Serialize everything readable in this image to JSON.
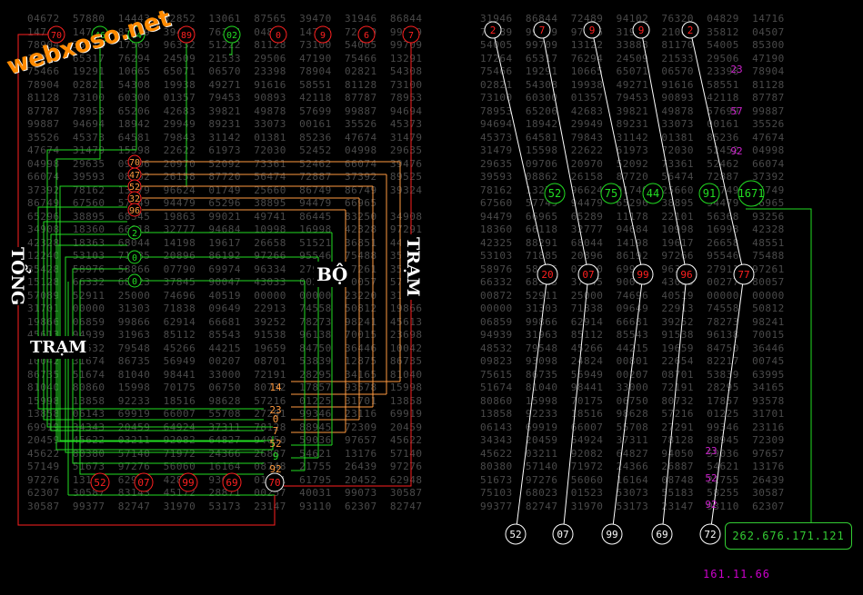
{
  "logo": "webxoso.net",
  "labels": {
    "tong": "TỔNG",
    "tram_left": "TRẠM",
    "bo": "BỘ",
    "tram_right": "TRẠM"
  },
  "colors": {
    "red": "#ff2020",
    "green": "#22dd22",
    "orange": "#ff9a40",
    "white": "#ffffff",
    "magenta": "#cc22cc",
    "grid": "#4a4a4a"
  },
  "left_top_circles": [
    "70",
    "46",
    "44",
    "89",
    "02",
    "0",
    "9",
    "6",
    "7"
  ],
  "left_vertical_circles": [
    "70",
    "47",
    "52",
    "32",
    "96",
    "2",
    "0",
    "0"
  ],
  "left_bottom_circles": [
    "52",
    "07",
    "99",
    "69",
    "70"
  ],
  "left_right_column_numbers": [
    "14",
    "23",
    "0",
    "7",
    "52",
    "9",
    "92",
    "0"
  ],
  "right_top_circles": [
    "2",
    "7",
    "9",
    "9",
    "2"
  ],
  "right_green_circles": [
    "52",
    "75",
    "44",
    "91",
    "1671"
  ],
  "right_mid_circles": [
    "20",
    "07",
    "99",
    "96",
    "77"
  ],
  "right_bottom_circles": [
    "52",
    "07",
    "99",
    "69",
    "72"
  ],
  "magenta_numbers_top": [
    "23",
    "57",
    "92"
  ],
  "magenta_numbers_bottom": [
    "23",
    "52",
    "92"
  ],
  "result": {
    "sequence": "262.676.171.121",
    "secondary": "161.11.66"
  },
  "grid_rows_left": [
    "04672  57880  14443  52852  13061  87565  39470  31946  86844",
    "14746  14716  85399  39412  76324  04829  14716  72489  99709",
    "78904  35512  17569  96332  51222  81128  73100  54005  99709",
    "17264  65317  76294  24509  21533  29506  47190  75466  13291",
    "75466  19291  10665  65071  06570  23398  78904  02821  54308",
    "78904  02821  54308  19938  49271  91616  58551  81128  73100",
    "81128  73100  60300  01357  79453  90893  42118  87787  78953",
    "87787  78953  65206  42683  39821  49878  57699  99887  94694",
    "99887  94694  18942  29949  89231  33073  00161  35526  45373",
    "35526  45373  64581  79843  31142  01381  85236  47674  31479",
    "47674  31479  15598  22622  61973  72030  52452  04998  29635",
    "04998  29635  09706  20970  52092  73361  52462  66074  39476",
    "66074  39593  08862  26158  87720  56474  72887  37392  89525",
    "37392  78162  13279  96624  01749  25660  86749  86749  39324",
    "86749  67560  57749  94479  65296  38895  94479  66965",
    "65296  38895  68345  19863  99021  49741  86445  83250  34908",
    "34908  18360  66118  32777  94684  10998  16998  42328  97291",
    "42328  18363  68044  14198  19617  26658  51521  36851  44014",
    "12240  53103  71885  20896  86192  97266  95546  75488  35428",
    "35428  58976  58866  07790  69974  96334  27911  97261  35128",
    "15128  66332  68323  37845  90047  43033  00277  80057  57089",
    "57089  52911  25000  74696  40519  00000  00000  23220  31701",
    "31701  00000  31303  71838  09649  22913  74558  50812  19866",
    "19866  06859  99866  62914  66681  39252  78273  98241  45613",
    "45613  94939  31963  85112  85543  91538  96138  70015  23698",
    "23698  48532  79548  45266  44215  19659  84750  36446  10042",
    "10042  31674  86735  56949  00207  08701  53839  12875  86735",
    "86735  51674  81040  98441  33000  72191  28295  34165  81040",
    "81040  80860  15998  70175  06750  80732  17857  93578  15998",
    "15998  13858  92233  18516  98628  57216  01225  31701  13858",
    "13858  06143  69919  66007  55708  27291  99346  23116  69919",
    "69919  34343  20459  64924  37311  78128  88945  72309  20459",
    "20459  45622  03211  92082  64827  94050  59036  97657  45622",
    "45622  80380  57140  71972  24366  26887  54621  13176  57140",
    "57149  51673  97276  56060  16164  08748  21755  26439  97276",
    "97276  13124  62948  42808  93697  01161  61795  20452  62948",
    "62307  30587  83143  45172  28871  00257  40031  99073  30587",
    "30587  99377  82747  31970  53173  23147  93110  62307  82747"
  ],
  "grid_rows_right": [
    "31946  86844  72489  94102  76320  04829  14716",
    "72489  99709  97396  31946  21001  35812  04507",
    "54005  99709  13122  33888  81170  54005  85300",
    "17264  65317  76294  24509  21533  29506  47190",
    "75466  19291  10665  65071  06570  23398  78904",
    "02821  54308  19938  49271  91616  58551  81128",
    "73100  60300  01357  79453  90893  42118  87787",
    "78953  65206  42683  39821  49878  57699  99887",
    "94694  18942  29949  89231  33073  00161  35526",
    "45373  64581  79843  31142  01381  85236  47674",
    "31479  15598  22622  61973  72030  52452  04998",
    "29635  09706  20970  52092  73361  52462  66074",
    "39593  08862  26158  87720  56474  72887  37392",
    "78162  13279  96624  01749  25660  86749  86749",
    "67560  57749  94479  65296  38895  94479  66965",
    "94479  66965  65289  11178  22101  56368  93256",
    "18360  66118  32777  94684  10998  16998  42328",
    "42325  88291  68044  14198  19617  26658  48551",
    "53103  71885  20896  86192  97266  95546  75488",
    "58976  58866  07790  69974  96334  27911  97261",
    "66332  68323  37845  90047  43033  00277  80057",
    "00872  52911  25000  74696  40519  00000  00000",
    "00000  31303  71838  09649  22913  74558  50812",
    "06859  99866  62914  66681  39252  78273  98241",
    "94939  31963  85112  85543  91538  96138  70015",
    "48532  79548  45266  44215  19659  84750  36446",
    "09823  93098  24824  00801  22654  82217  00745",
    "75615  86735  56949  00207  08701  53839  63995",
    "51674  81040  98441  33000  72191  28295  34165",
    "80860  15998  70175  06750  80732  17857  93578",
    "13858  92233  18516  98628  57216  01225  31701",
    "06143  69919  66007  55708  27291  99346  23116",
    "34343  20459  64924  37311  78128  88945  72309",
    "45622  03211  92082  64827  94050  59036  97657",
    "80380  57140  71972  24366  26887  54621  13176",
    "51673  97276  56060  16164  08748  21755  26439",
    "75103  68023  01523  53073  55183  58255  30587",
    "99377  82747  31970  53173  23147  93110  62307"
  ]
}
